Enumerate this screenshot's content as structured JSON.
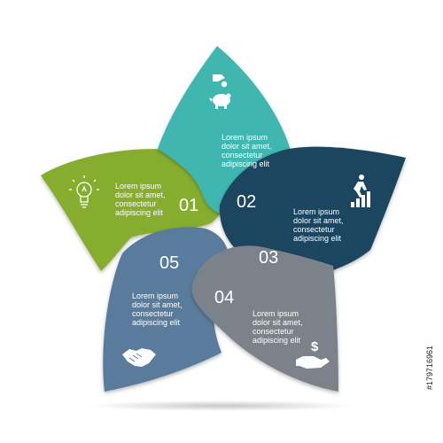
{
  "colors": {
    "step01": "#86ad2f",
    "step02": "#3fb6b0",
    "step03": "#1d4461",
    "step04": "#7b8289",
    "step05": "#5a7c9c",
    "text": "#ffffff"
  },
  "steps": [
    {
      "number": "01",
      "icon": "lightbulb-icon",
      "lines": [
        "Lorem ipsum",
        "dolor sit amet,",
        "consectetur",
        "adipiscing elit"
      ]
    },
    {
      "number": "02",
      "icon": "piggy-bank-coin-icon",
      "lines": [
        "Lorem ipsum",
        "dolor sit amet,",
        "consectetur",
        "adipiscing elit"
      ]
    },
    {
      "number": "03",
      "icon": "person-climbing-stairs-icon",
      "lines": [
        "Lorem ipsum",
        "dolor sit amet,",
        "consectetur",
        "adipiscing elit"
      ]
    },
    {
      "number": "04",
      "icon": "hand-holding-dollar-icon",
      "lines": [
        "Lorem ipsum",
        "dolor sit amet,",
        "consectetur",
        "adipiscing elit"
      ]
    },
    {
      "number": "05",
      "icon": "handshake-icon",
      "lines": [
        "Lorem ipsum",
        "dolor sit amet,",
        "consectetur",
        "adipiscing elit"
      ]
    }
  ],
  "watermark": {
    "id": "#179716961"
  }
}
